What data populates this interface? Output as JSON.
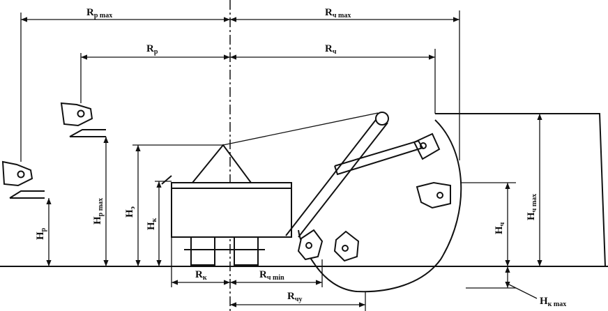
{
  "labels": {
    "rp_max": {
      "main": "R",
      "sub": "р max"
    },
    "rch_max": {
      "main": "R",
      "sub": "ч max"
    },
    "rp": {
      "main": "R",
      "sub": "р"
    },
    "rch": {
      "main": "R",
      "sub": "ч"
    },
    "hp": {
      "main": "H",
      "sub": "р"
    },
    "hp_max": {
      "main": "H",
      "sub": "р max"
    },
    "he": {
      "main": "H",
      "sub": "э"
    },
    "hk": {
      "main": "H",
      "sub": "к"
    },
    "hch": {
      "main": "H",
      "sub": "ч"
    },
    "hch_max": {
      "main": "H",
      "sub": "ч max"
    },
    "rk": {
      "main": "R",
      "sub": "к"
    },
    "rch_min": {
      "main": "R",
      "sub": "ч min"
    },
    "rchu": {
      "main": "R",
      "sub": "чу"
    },
    "hk_max": {
      "main": "H",
      "sub": "к max"
    }
  },
  "colors": {
    "ink": "#111111",
    "paper": "#ffffff"
  }
}
